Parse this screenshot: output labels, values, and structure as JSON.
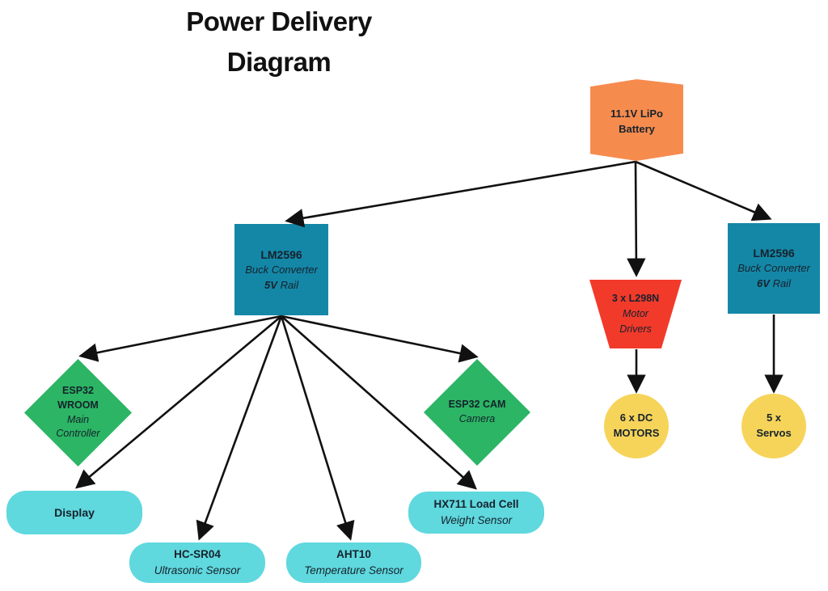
{
  "title": {
    "line1": "Power Delivery",
    "line2": "Diagram"
  },
  "nodes": {
    "battery": {
      "line1": "11.1V LiPo",
      "line2": "Battery"
    },
    "buck_5v": {
      "name": "LM2596",
      "subtitle": "Buck Converter",
      "rail_bold": "5V",
      "rail_rest": "Rail"
    },
    "buck_6v": {
      "name": "LM2596",
      "subtitle": "Buck Converter",
      "rail_bold": "6V",
      "rail_rest": "Rail"
    },
    "motor_drivers": {
      "line1": "3 x L298N",
      "line2": "Motor",
      "line3": "Drivers"
    },
    "esp32_wroom": {
      "line1": "ESP32",
      "line2": "WROOM",
      "line3": "Main",
      "line4": "Controller"
    },
    "esp32_cam": {
      "line1": "ESP32 CAM",
      "line2": "Camera"
    },
    "display": {
      "line1": "Display"
    },
    "hc_sr04": {
      "line1": "HC-SR04",
      "line2": "Ultrasonic Sensor"
    },
    "aht10": {
      "line1": "AHT10",
      "line2": "Temperature Sensor"
    },
    "hx711": {
      "line1": "HX711 Load Cell",
      "line2": "Weight Sensor"
    },
    "dc_motors": {
      "line1": "6 x DC",
      "line2": "MOTORS"
    },
    "servos": {
      "line1": "5 x",
      "line2": "Servos"
    }
  },
  "edges": [
    {
      "from": "battery",
      "to": "buck_5v"
    },
    {
      "from": "battery",
      "to": "motor_drivers"
    },
    {
      "from": "battery",
      "to": "buck_6v"
    },
    {
      "from": "buck_5v",
      "to": "esp32_wroom"
    },
    {
      "from": "buck_5v",
      "to": "display"
    },
    {
      "from": "buck_5v",
      "to": "hc_sr04"
    },
    {
      "from": "buck_5v",
      "to": "aht10"
    },
    {
      "from": "buck_5v",
      "to": "hx711"
    },
    {
      "from": "buck_5v",
      "to": "esp32_cam"
    },
    {
      "from": "motor_drivers",
      "to": "dc_motors"
    },
    {
      "from": "buck_6v",
      "to": "servos"
    }
  ],
  "colors": {
    "battery_orange": "#F68B4E",
    "converter_teal": "#1487A7",
    "driver_red": "#F23A2B",
    "controller_green": "#2BB564",
    "peripheral_cyan": "#5FD8DE",
    "output_yellow": "#F6D45A",
    "arrow_black": "#111111",
    "text_dark": "#16222C",
    "background": "#FFFFFF"
  }
}
